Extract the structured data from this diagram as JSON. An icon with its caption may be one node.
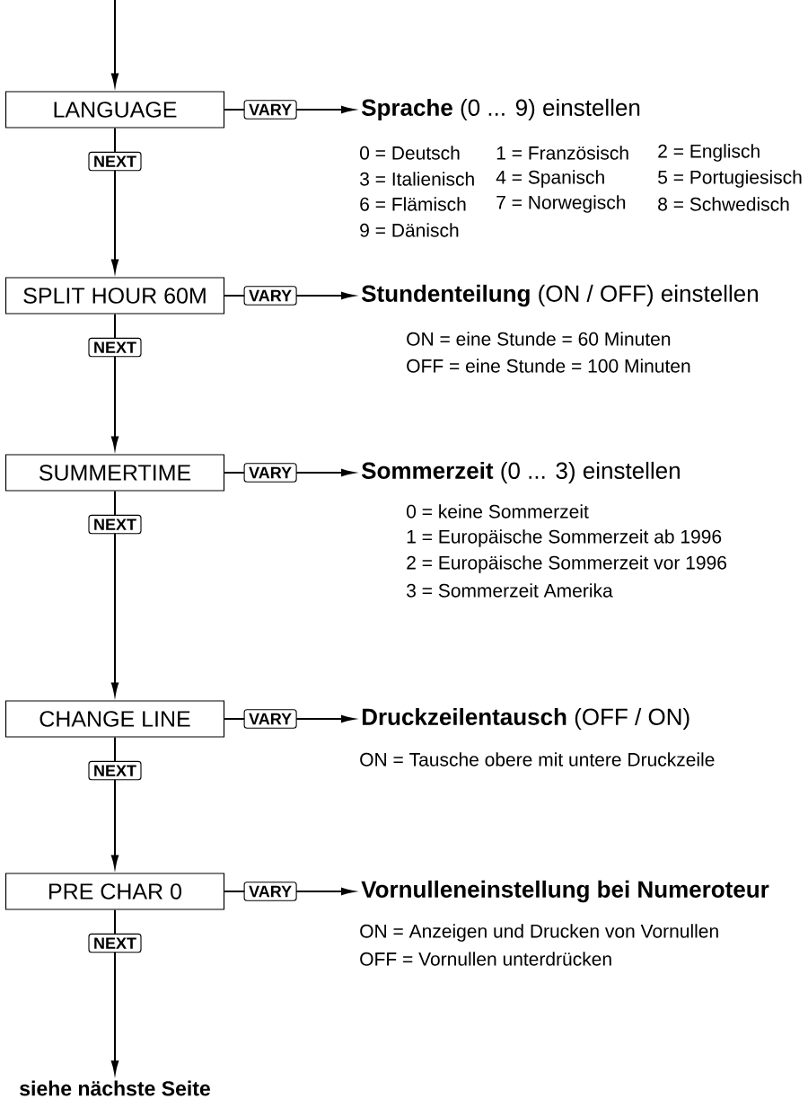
{
  "diagram": {
    "nodes": [
      {
        "text": [
          "LANGUAGE"
        ]
      },
      {
        "text": [
          "**Sprache** (0 ... 9) einstellen"
        ]
      },
      {
        "text": [
          "SPLIT HOUR 60M"
        ]
      },
      {
        "text": [
          "**Stundenteilung** (ON / OFF) einstellen"
        ]
      },
      {
        "text": [
          "SUMMERTIME"
        ]
      },
      {
        "text": [
          "**Sommerzeit** (0 ... 3) einstellen"
        ]
      },
      {
        "text": [
          "CHANGE LINE"
        ]
      },
      {
        "text": [
          "**Druckzeilentausch** (OFF / ON)"
        ]
      },
      {
        "text": [
          "PRE CHAR 0"
        ]
      },
      {
        "text": [
          "Vornulleneinstellung bei Numeroteur"
        ]
      },
      {
        "text": [
          "siehe nächste Seite"
        ]
      }
    ],
    "edges": [
      {
        "from": null,
        "to": 0,
        "arrow": "to"
      },
      {
        "from": 0,
        "to": 1,
        "arrow": "to",
        "label": "VARY"
      },
      {
        "from": 0,
        "to": 2,
        "arrow": "to",
        "label": "NEXT"
      },
      {
        "from": 2,
        "to": 3,
        "arrow": "to",
        "label": "VARY"
      },
      {
        "from": 2,
        "to": 4,
        "arrow": "to",
        "label": "NEXT"
      },
      {
        "from": 4,
        "to": 5,
        "arrow": "to",
        "label": "VARY"
      },
      {
        "from": 4,
        "to": 6,
        "arrow": "to",
        "label": "NEXT"
      },
      {
        "from": 6,
        "to": 7,
        "arrow": "to",
        "label": "VARY"
      },
      {
        "from": 6,
        "to": 8,
        "arrow": "to",
        "label": "NEXT"
      },
      {
        "from": 8,
        "to": 9,
        "arrow": "to",
        "label": "VARY"
      },
      {
        "from": 8,
        "to": 10,
        "arrow": "to",
        "label": "NEXT"
      }
    ],
    "labels": [
      "0 = Deutsch",
      "1 = Französisch",
      "2 = Englisch",
      "3 = Italienisch",
      "4 = Spanisch",
      "5 = Portugiesisch",
      "6 = Flämisch",
      "7 = Norwegisch",
      "8 = Schwedisch",
      "9 = Dänisch",
      "ON = eine Stunde = 60 Minuten",
      "OFF = eine Stunde = 100 Minuten",
      "0 = keine Sommerzeit",
      "1 = Europäische Sommerzeit ab 1996",
      "2 = Europäische Sommerzeit vor 1996",
      "3 = Sommerzeit Amerika",
      "ON = Tausche obere mit untere Druckzeile",
      "ON = Anzeigen und Drucken von Vornullen",
      "OFF = Vornullen unterdrücken"
    ]
  }
}
